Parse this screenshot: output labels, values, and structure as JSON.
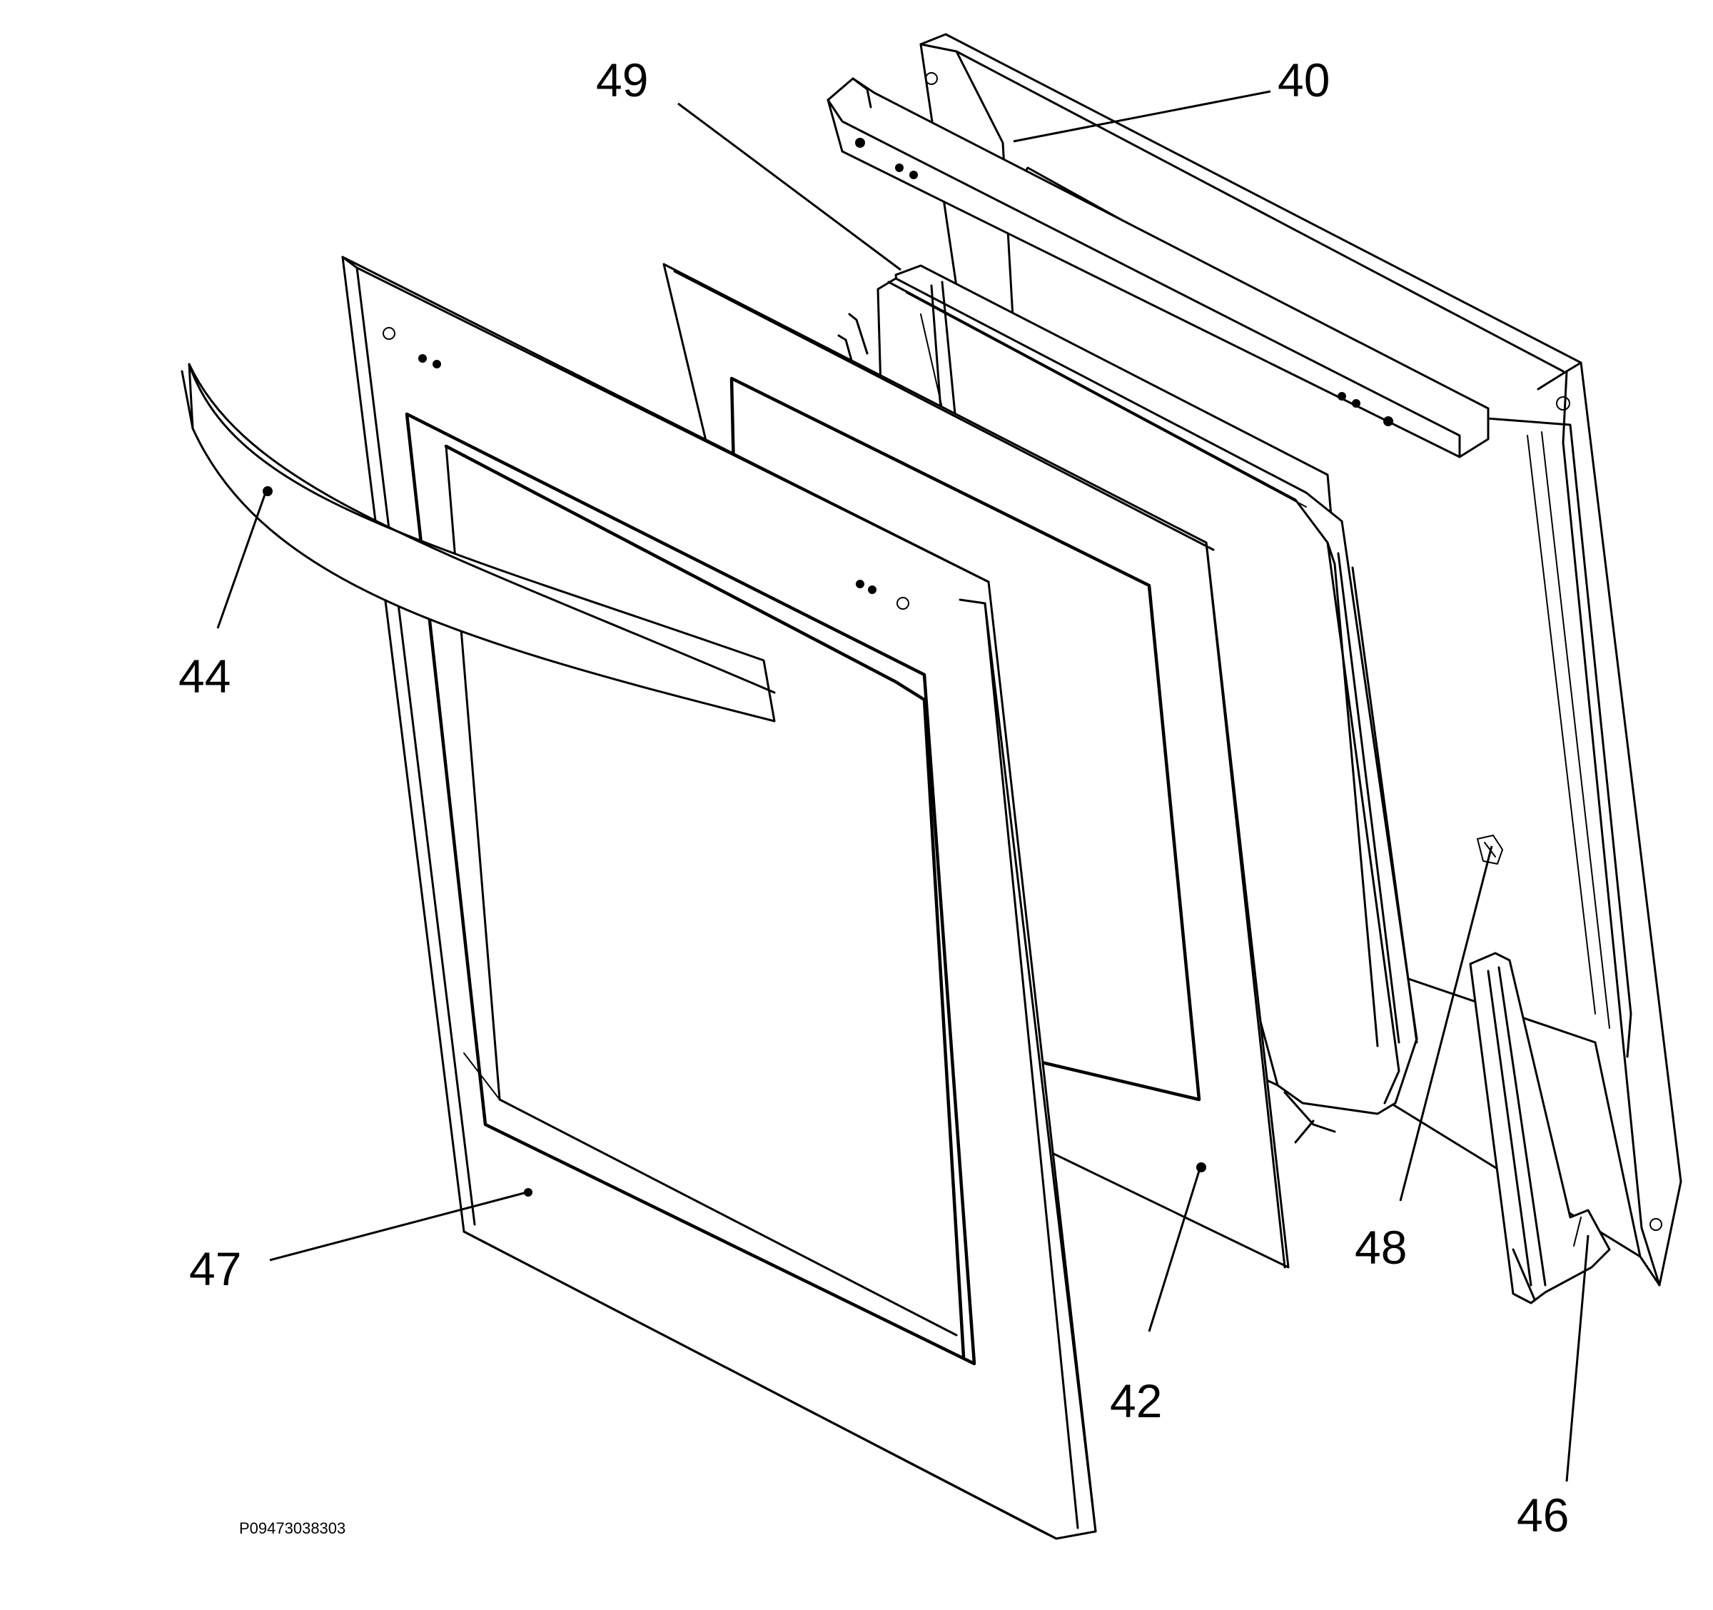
{
  "drawing_code": "P09473038303",
  "callouts": {
    "c40": "40",
    "c42": "42",
    "c44": "44",
    "c46": "46",
    "c47": "47",
    "c48": "48",
    "c49": "49"
  }
}
